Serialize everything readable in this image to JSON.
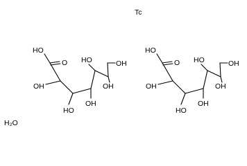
{
  "atoms": {
    "tc": "Tc",
    "water": "H₂O"
  },
  "molecule_left": {
    "carboxyl_oh": "HO",
    "carbonyl_o": "O",
    "c2_oh": "OH",
    "c3_oh": "HO",
    "c4_oh": "OH",
    "c5_oh": "HO",
    "c6_oh": "OH",
    "c7_oh": "OH"
  },
  "molecule_right": {
    "carboxyl_oh": "HO",
    "carbonyl_o": "O",
    "c2_oh": "OH",
    "c3_oh": "HO",
    "c4_oh": "OH",
    "c5_oh": "HO",
    "c6_oh": "OH",
    "c7_oh": "OH"
  },
  "colors": {
    "bond": "#000000",
    "label": "#000000",
    "background": "#ffffff"
  }
}
